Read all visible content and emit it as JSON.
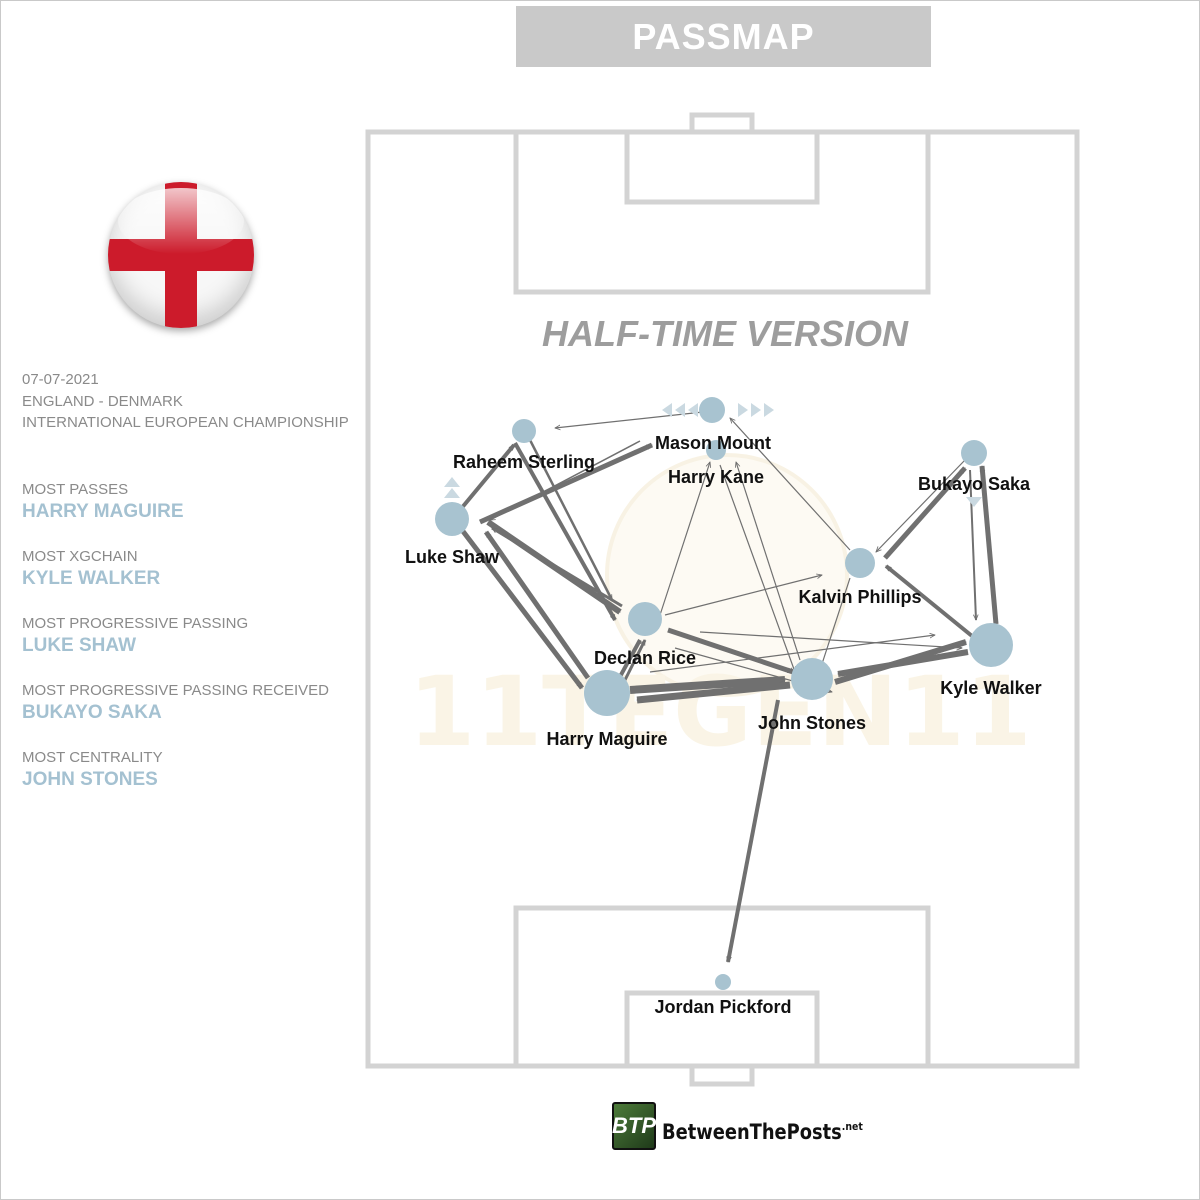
{
  "header": {
    "title": "PASSMAP"
  },
  "subtitle": "HALF-TIME VERSION",
  "team": {
    "flag": "england-flag",
    "colors": {
      "cross": "#cc1b2b",
      "field": "#f7f7f7"
    }
  },
  "match": {
    "date": "07-07-2021",
    "fixture": "ENGLAND - DENMARK",
    "competition": "INTERNATIONAL EUROPEAN CHAMPIONSHIP"
  },
  "stats": [
    {
      "label": "MOST PASSES",
      "value": "HARRY MAGUIRE"
    },
    {
      "label": "MOST XGCHAIN",
      "value": "KYLE WALKER"
    },
    {
      "label": "MOST PROGRESSIVE PASSING",
      "value": "LUKE SHAW"
    },
    {
      "label": "MOST PROGRESSIVE PASSING RECEIVED",
      "value": "BUKAYO SAKA"
    },
    {
      "label": "MOST CENTRALITY",
      "value": "JOHN STONES"
    }
  ],
  "watermark": "11TEGEN11",
  "players": [
    {
      "id": "sterling",
      "name": "Raheem Sterling"
    },
    {
      "id": "mount",
      "name": "Mason Mount"
    },
    {
      "id": "kane",
      "name": "Harry Kane"
    },
    {
      "id": "saka",
      "name": "Bukayo Saka"
    },
    {
      "id": "shaw",
      "name": "Luke Shaw"
    },
    {
      "id": "phillips",
      "name": "Kalvin Phillips"
    },
    {
      "id": "rice",
      "name": "Declan Rice"
    },
    {
      "id": "walker",
      "name": "Kyle Walker"
    },
    {
      "id": "maguire",
      "name": "Harry Maguire"
    },
    {
      "id": "stones",
      "name": "John Stones"
    },
    {
      "id": "pickford",
      "name": "Jordan Pickford"
    }
  ],
  "footer": {
    "logo_badge": "BTP",
    "logo_text": "BetweenThePosts",
    "logo_suffix": ".net"
  }
}
